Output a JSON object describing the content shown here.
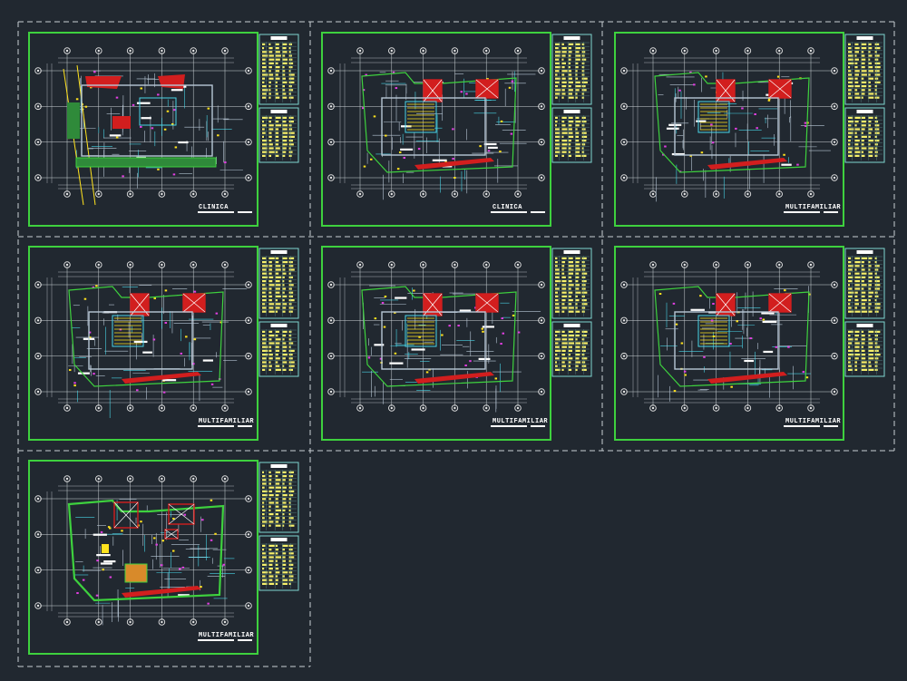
{
  "app": {
    "type": "cad-drawing-viewer"
  },
  "colors": {
    "background": "#212830",
    "sheet_border": "#3ed13e",
    "gridline": "#cfd6d9",
    "wall": "#b8c7d6",
    "axis_bubble": "#e6e6e6",
    "red_fill": "#d21e1e",
    "yellow_accent": "#ffe21e",
    "table_frame": "#7fd6d0",
    "table_text": "#f7f06a",
    "cyan": "#49d4e6",
    "magenta": "#e23fe2"
  },
  "sheets": [
    {
      "id": "sheet-1",
      "title": "CLINICA",
      "style": "clinic-ground"
    },
    {
      "id": "sheet-2",
      "title": "CLINICA",
      "style": "clinic-upper"
    },
    {
      "id": "sheet-3",
      "title": "MULTIFAMILIAR",
      "style": "multi"
    },
    {
      "id": "sheet-4",
      "title": "MULTIFAMILIAR",
      "style": "multi"
    },
    {
      "id": "sheet-5",
      "title": "MULTIFAMILIAR",
      "style": "multi"
    },
    {
      "id": "sheet-6",
      "title": "MULTIFAMILIAR",
      "style": "multi"
    },
    {
      "id": "sheet-7",
      "title": "MULTIFAMILIAR",
      "style": "roof"
    }
  ]
}
